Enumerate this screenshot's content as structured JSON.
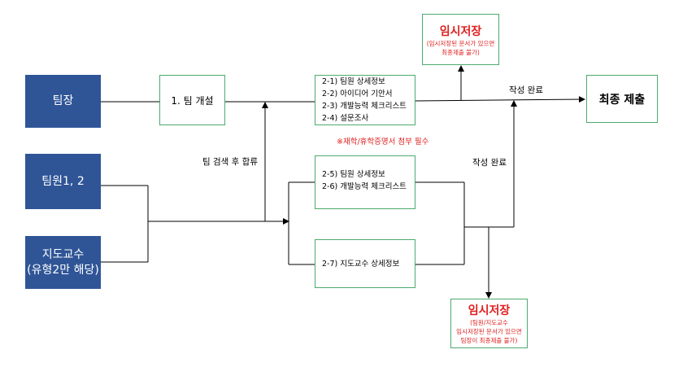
{
  "roles": {
    "leader": "팀장",
    "members": "팀원1, 2",
    "professor_line1": "지도교수",
    "professor_line2": "(유형2만 해당)"
  },
  "steps": {
    "team_create": "1. 팀 개설",
    "leader_tasks": [
      "2-1) 팀원 상세정보",
      "2-2) 아이디어 기안서",
      "2-3) 개발능력 체크리스트",
      "2-4) 설문조사"
    ],
    "member_tasks": [
      "2-5) 팀원 상세정보",
      "2-6) 개발능력 체크리스트"
    ],
    "professor_tasks": [
      "2-7) 지도교수 상세정보"
    ],
    "final_submit": "최종 제출"
  },
  "temp_save_top": {
    "title": "임시저장",
    "note_line1": "(임시저장된 문서가 있으면",
    "note_line2": "최종제출 불가)"
  },
  "temp_save_bottom": {
    "title": "임시저장",
    "note_line1": "(팀원/지도교수",
    "note_line2": "임시저장된 문서가 있으면",
    "note_line3": "팀장이 최종제출 불가)"
  },
  "labels": {
    "join_after_search": "팀 검색 후 합류",
    "complete_top": "작성 완료",
    "complete_mid": "작성 완료",
    "attachment_note": "※재학/휴학증명서 첨부 필수"
  },
  "colors": {
    "role_box": "#2f5597",
    "step_border": "#4daa6e",
    "warning": "#e02020"
  }
}
